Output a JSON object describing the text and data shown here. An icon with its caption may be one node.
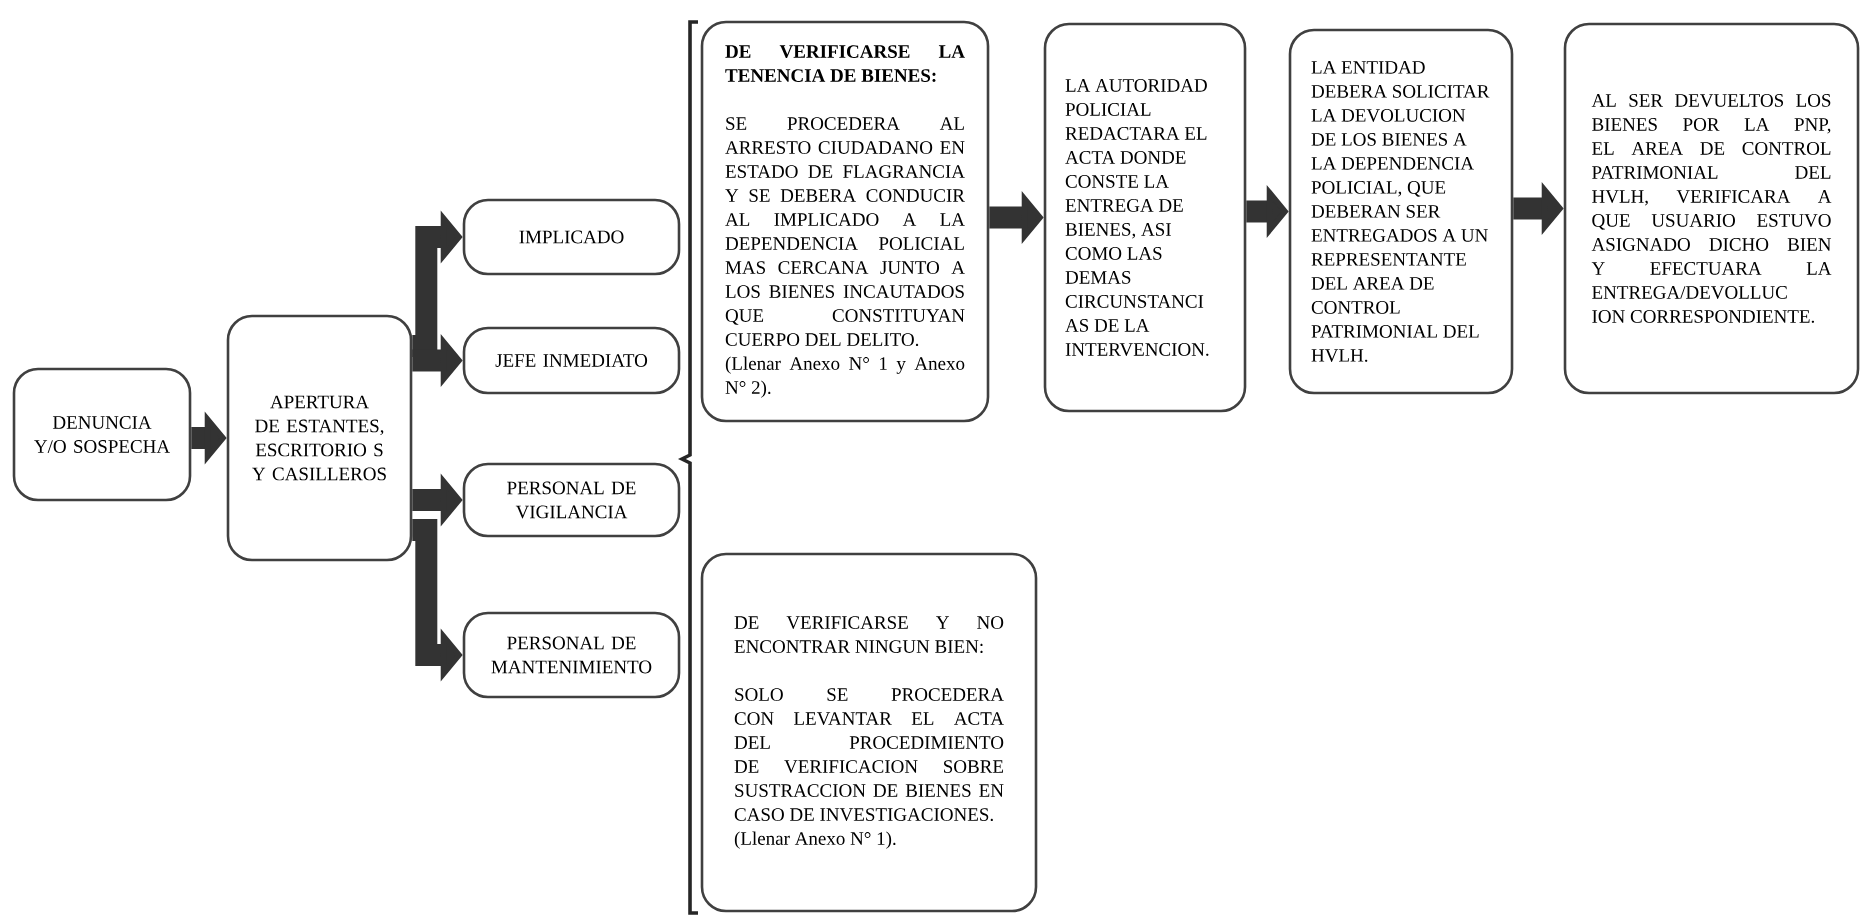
{
  "diagram": {
    "nodes": [
      {
        "text": [
          "DENUNCIA Y/O SOSPECHA"
        ]
      },
      {
        "text": [
          "APERTURA DE ESTANTES, ESCRITORIO S Y CASILLEROS"
        ]
      },
      {
        "text": [
          "IMPLICADO"
        ]
      },
      {
        "text": [
          "JEFE INMEDIATO"
        ]
      },
      {
        "text": [
          "PERSONAL DE VIGILANCIA"
        ]
      },
      {
        "text": [
          "PERSONAL DE MANTENIMIENTO"
        ]
      },
      {
        "text": [
          "DE VERIFICARSE LA TENENCIA DE BIENES:",
          "SE PROCEDERA AL ARRESTO CIUDADANO EN ESTADO DE FLAGRANCIA Y SE DEBERA CONDUCIR AL IMPLICADO A LA DEPENDENCIA POLICIAL MAS CERCANA JUNTO A LOS BIENES INCAUTADOS QUE CONSTITUYAN CUERPO DEL DELITO.",
          "(Llenar Anexo N° 1 y Anexo N° 2)."
        ]
      },
      {
        "text": [
          "LA AUTORIDAD POLICIAL REDACTARA EL ACTA DONDE CONSTE LA ENTREGA DE BIENES, ASI COMO LAS DEMAS CIRCUNSTANCI AS DE LA INTERVENCION."
        ]
      },
      {
        "text": [
          "LA ENTIDAD DEBERA SOLICITAR LA DEVOLUCION DE LOS BIENES A LA DEPENDENCIA POLICIAL, QUE DEBERAN SER ENTREGADOS A UN REPRESENTANTE DEL AREA DE CONTROL PATRIMONIAL DEL HVLH."
        ]
      },
      {
        "text": [
          "AL SER DEVUELTOS LOS BIENES POR LA PNP, EL AREA DE CONTROL PATRIMONIAL DEL HVLH, VERIFICARA A QUE USUARIO ESTUVO ASIGNADO DICHO BIEN Y EFECTUARA LA ENTREGA/DEVOLLUC ION CORRESPONDIENTE."
        ]
      },
      {
        "text": [
          "DE VERIFICARSE Y NO ENCONTRAR NINGUN BIEN:",
          "SOLO SE PROCEDERA CON LEVANTAR EL ACTA DEL PROCEDIMIENTO DE VERIFICACION SOBRE SUSTRACCION DE BIENES EN CASO DE INVESTIGACIONES.",
          "(Llenar Anexo N° 1)."
        ]
      }
    ],
    "edges": [
      {
        "from": 0,
        "to": 1,
        "arrow": "to"
      },
      {
        "from": 1,
        "to": 2,
        "arrow": "to"
      },
      {
        "from": 1,
        "to": 3,
        "arrow": "to"
      },
      {
        "from": 1,
        "to": 4,
        "arrow": "to"
      },
      {
        "from": 1,
        "to": 5,
        "arrow": "to"
      },
      {
        "from": 6,
        "to": 7,
        "arrow": "to"
      },
      {
        "from": 7,
        "to": 8,
        "arrow": "to"
      },
      {
        "from": 8,
        "to": 9,
        "arrow": "to"
      }
    ]
  }
}
